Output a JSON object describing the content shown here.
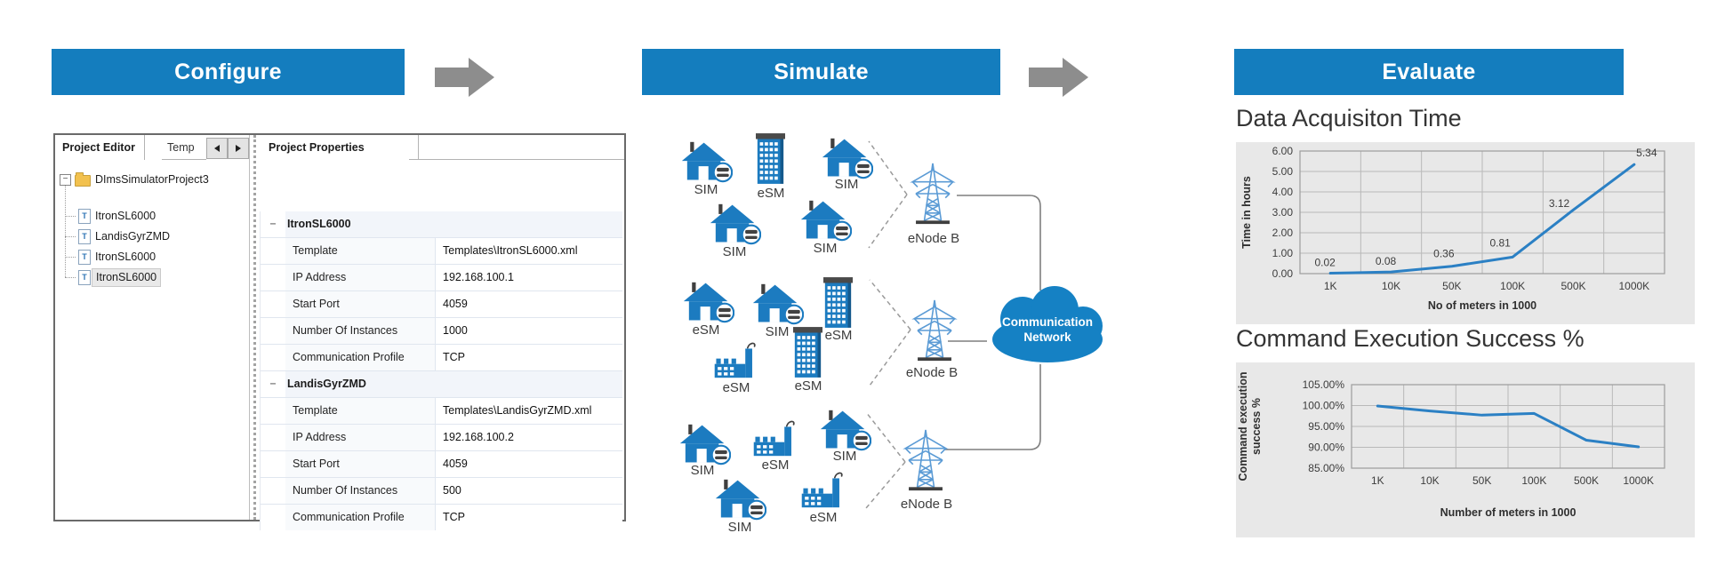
{
  "banners": {
    "configure": "Configure",
    "simulate": "Simulate",
    "evaluate": "Evaluate"
  },
  "configure": {
    "tabs": {
      "project_editor": "Project Editor",
      "templates_partial": "Temp",
      "properties": "Project Properties"
    },
    "tree": {
      "root": "DImsSimulatorProject3",
      "children": [
        "ItronSL6000",
        "LandisGyrZMD",
        "ItronSL6000",
        "ItronSL6000"
      ]
    },
    "collapse_glyph": "−",
    "properties_groups": [
      {
        "name": "ItronSL6000",
        "rows": [
          {
            "label": "Template",
            "value": "Templates\\ItronSL6000.xml"
          },
          {
            "label": "IP Address",
            "value": "192.168.100.1"
          },
          {
            "label": "Start Port",
            "value": "4059"
          },
          {
            "label": "Number Of Instances",
            "value": "1000"
          },
          {
            "label": "Communication Profile",
            "value": "TCP"
          }
        ]
      },
      {
        "name": "LandisGyrZMD",
        "rows": [
          {
            "label": "Template",
            "value": "Templates\\LandisGyrZMD.xml"
          },
          {
            "label": "IP Address",
            "value": "192.168.100.2"
          },
          {
            "label": "Start Port",
            "value": "4059"
          },
          {
            "label": "Number Of Instances",
            "value": "500"
          },
          {
            "label": "Communication Profile",
            "value": "TCP"
          }
        ]
      }
    ]
  },
  "simulate": {
    "cloud": {
      "line1": "Communication",
      "line2": "Network"
    },
    "enodeb_label": "eNode B",
    "nodes": [
      {
        "type": "house",
        "label": "SIM"
      },
      {
        "type": "building",
        "label": "eSM"
      },
      {
        "type": "house",
        "label": "SIM"
      },
      {
        "type": "house",
        "label": "SIM"
      },
      {
        "type": "house",
        "label": "SIM"
      },
      {
        "type": "house",
        "label": "eSM"
      },
      {
        "type": "house",
        "label": "SIM"
      },
      {
        "type": "building",
        "label": "eSM"
      },
      {
        "type": "factory",
        "label": "eSM"
      },
      {
        "type": "building",
        "label": "eSM"
      },
      {
        "type": "house",
        "label": "SIM"
      },
      {
        "type": "factory",
        "label": "eSM"
      },
      {
        "type": "house",
        "label": "SIM"
      },
      {
        "type": "house",
        "label": "SIM"
      },
      {
        "type": "factory",
        "label": "eSM"
      }
    ]
  },
  "chart_data": [
    {
      "type": "line",
      "title": "Data Acquisiton Time",
      "categories": [
        "1K",
        "10K",
        "50K",
        "100K",
        "500K",
        "1000K"
      ],
      "values": [
        0.02,
        0.08,
        0.36,
        0.81,
        3.12,
        5.34
      ],
      "data_labels": [
        "0.02",
        "0.08",
        "0.36",
        "0.81",
        "3.12",
        "5.34"
      ],
      "xlabel": "No of meters in 1000",
      "ylabel": "Time in hours",
      "ylabel_lines": [
        "Time in hours"
      ],
      "ylim": [
        0,
        6
      ],
      "yticks": [
        0,
        1,
        2,
        3,
        4,
        5,
        6
      ],
      "ytick_labels": [
        "0.00",
        "1.00",
        "2.00",
        "3.00",
        "4.00",
        "5.00",
        "6.00"
      ],
      "grid": true,
      "legend": "none",
      "line_color": "#2b80c4",
      "background": "#e8e8e8"
    },
    {
      "type": "line",
      "title": "Command Execution Success %",
      "categories": [
        "1K",
        "10K",
        "50K",
        "100K",
        "500K",
        "1000K"
      ],
      "values": [
        99.9,
        98.7,
        97.7,
        98.1,
        91.7,
        90.1
      ],
      "xlabel": "Number of meters in 1000",
      "ylabel": "Command execution success %",
      "ylabel_lines": [
        "Command execution",
        "success %"
      ],
      "ylim": [
        85,
        105
      ],
      "yticks": [
        85,
        90,
        95,
        100,
        105
      ],
      "ytick_labels": [
        "85.00%",
        "90.00%",
        "95.00%",
        "100.00%",
        "105.00%"
      ],
      "grid": true,
      "legend": "none",
      "line_color": "#2b80c4",
      "background": "#e8e8e8"
    }
  ],
  "colors": {
    "banner_blue": "#147dbe",
    "icon_blue": "#1c7bc0",
    "arrow_gray": "#8d8d8d"
  }
}
